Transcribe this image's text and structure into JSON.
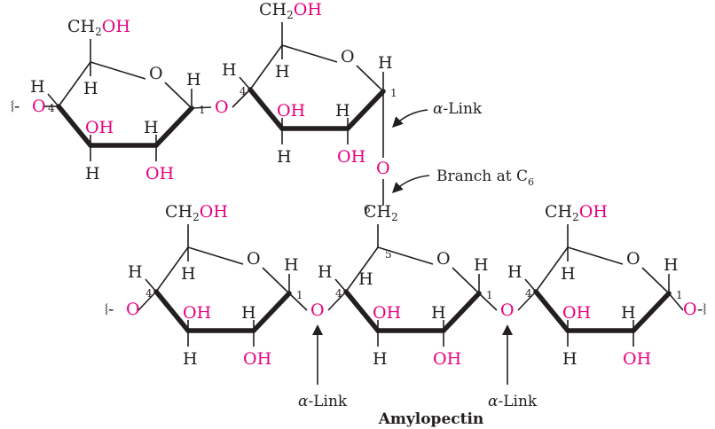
{
  "colors": {
    "ink": "#231f20",
    "accent": "#e6007e"
  },
  "labels": {
    "ch2oh_ch": "CH",
    "ch2oh_sub": "2",
    "oh": "OH",
    "o": "O",
    "h": "H",
    "c1": "1",
    "c4": "4",
    "c5": "5",
    "c6": "6",
    "ch2_ch": "CH",
    "ch2_sub": "2",
    "chain_prefix": "⧙-",
    "chain_suffix": "-⧘"
  },
  "annotations": {
    "alpha_link_text": "-Link",
    "alpha_symbol": "α",
    "branch_text": "Branch at  C",
    "branch_sub": "6"
  },
  "title": "Amylopectin"
}
